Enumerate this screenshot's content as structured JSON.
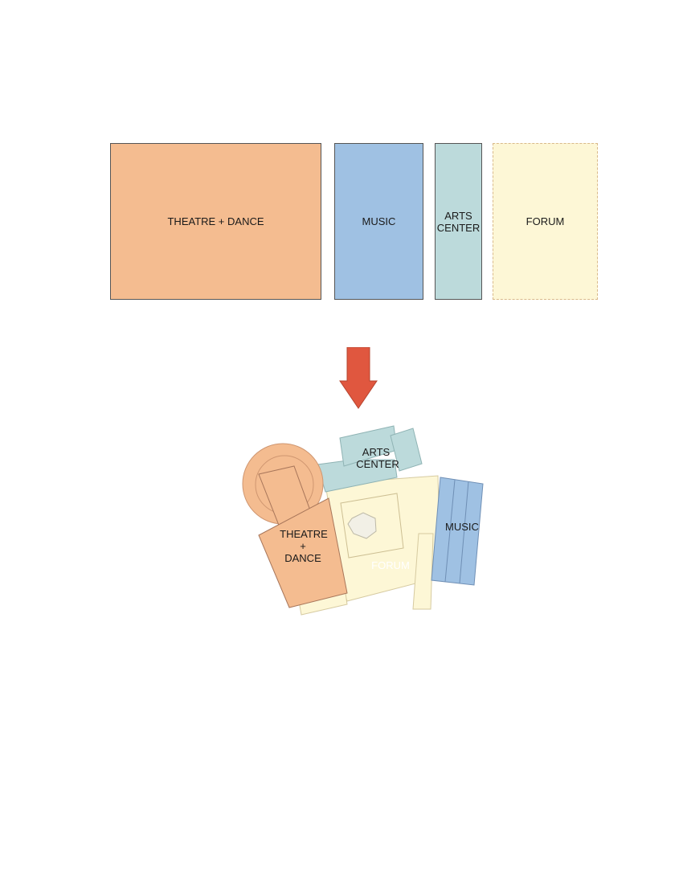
{
  "colors": {
    "theatre": "#f4bc90",
    "music": "#9fc1e3",
    "arts": "#bcdadb",
    "forum": "#fdf7d6",
    "arrow": "#e0573f"
  },
  "program": {
    "theatre_label": "THEATRE + DANCE",
    "music_label": "MUSIC",
    "arts_label_line1": "ARTS",
    "arts_label_line2": "CENTER",
    "forum_label": "FORUM"
  },
  "plan": {
    "arts_line1": "ARTS",
    "arts_line2": "CENTER",
    "theatre_line1": "THEATRE",
    "theatre_line2": "+",
    "theatre_line3": "DANCE",
    "music_label": "MUSIC",
    "forum_label": "FORUM"
  }
}
